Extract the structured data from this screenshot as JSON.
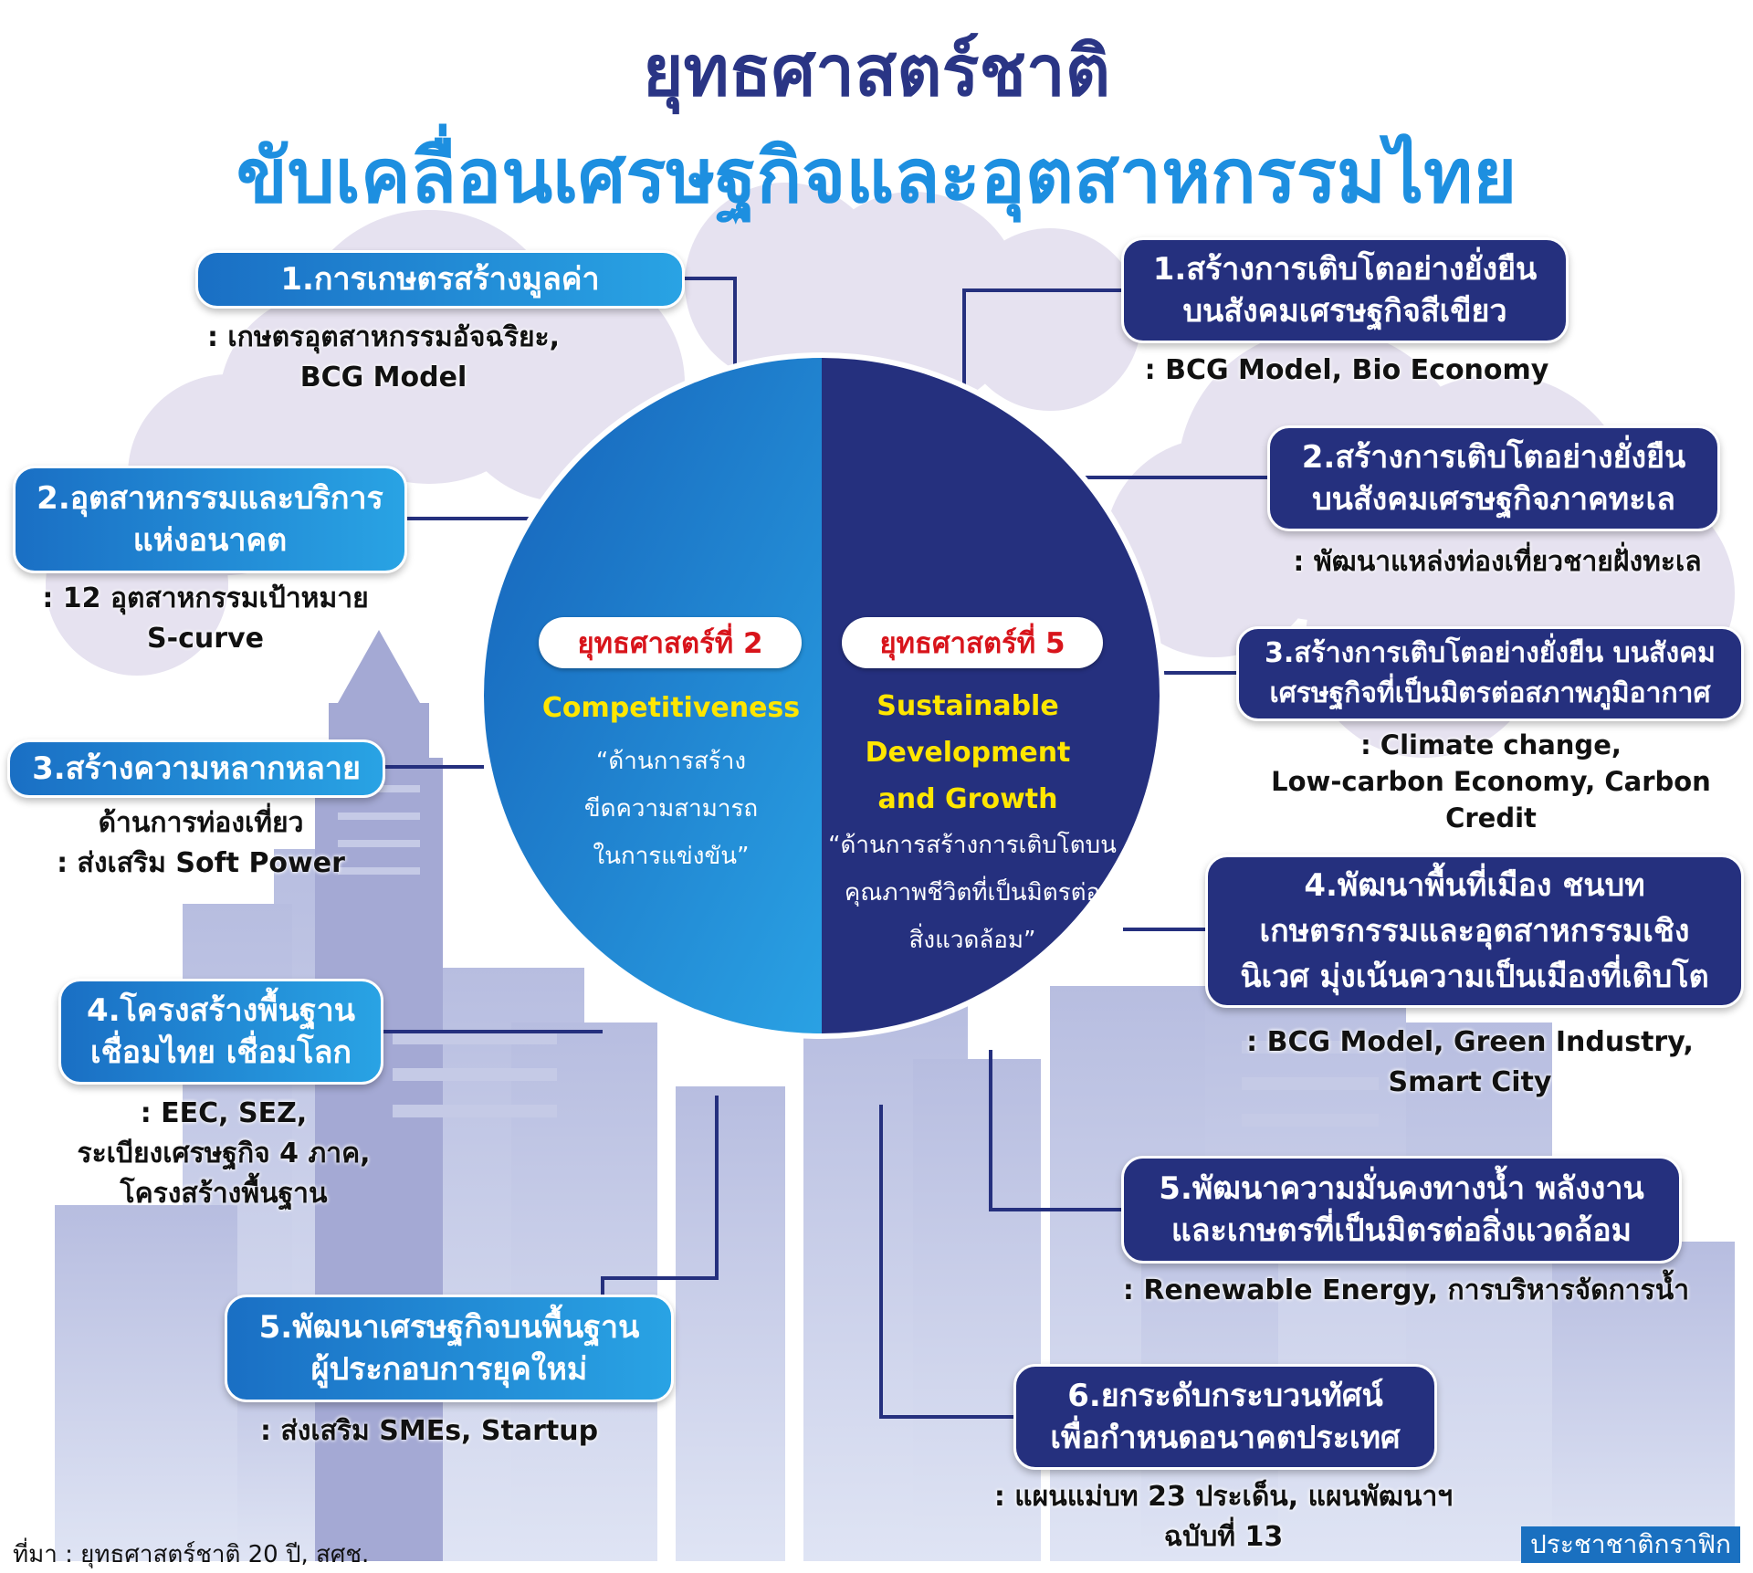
{
  "title": {
    "line1": "ยุทธศาสตร์ชาติ",
    "line2": "ขับเคลื่อนเศรษฐกิจและอุตสาหกรรมไทย"
  },
  "center": {
    "left_badge": "ยุทธศาสตร์ที่ 2",
    "left_heading": "Competitiveness",
    "left_quote": "“ด้านการสร้าง\nขีดความสามารถ\nในการแข่งขัน”",
    "right_badge": "ยุทธศาสตร์ที่ 5",
    "right_heading": "Sustainable\nDevelopment\nand Growth",
    "right_quote": "“ด้านการสร้างการเติบโตบน\nคุณภาพชีวิตที่เป็นมิตรต่อ\nสิ่งแวดล้อม”"
  },
  "left_items": [
    {
      "label": "1.การเกษตรสร้างมูลค่า",
      "note": ": เกษตรอุตสาหกรรมอัจฉริยะ,\nBCG Model"
    },
    {
      "label": "2.อุตสาหกรรมและบริการ\nแห่งอนาคต",
      "note": ": 12 อุตสาหกรรมเป้าหมาย\nS-curve"
    },
    {
      "label": "3.สร้างความหลากหลาย",
      "note": "ด้านการท่องเที่ยว\n: ส่งเสริม Soft Power"
    },
    {
      "label": "4.โครงสร้างพื้นฐาน\nเชื่อมไทย เชื่อมโลก",
      "note": ": EEC, SEZ,\nระเบียงเศรษฐกิจ 4 ภาค,\nโครงสร้างพื้นฐาน"
    },
    {
      "label": "5.พัฒนาเศรษฐกิจบนพื้นฐาน\nผู้ประกอบการยุคใหม่",
      "note": ": ส่งเสริม SMEs, Startup"
    }
  ],
  "right_items": [
    {
      "label": "1.สร้างการเติบโตอย่างยั่งยืน\nบนสังคมเศรษฐกิจสีเขียว",
      "note": ": BCG Model, Bio Economy"
    },
    {
      "label": "2.สร้างการเติบโตอย่างยั่งยืน\nบนสังคมเศรษฐกิจภาคทะเล",
      "note": ": พัฒนาแหล่งท่องเที่ยวชายฝั่งทะเล"
    },
    {
      "label": "3.สร้างการเติบโตอย่างยั่งยืน บนสังคม\nเศรษฐกิจที่เป็นมิตรต่อสภาพภูมิอากาศ",
      "note": ": Climate change,\nLow-carbon Economy, Carbon Credit"
    },
    {
      "label": "4.พัฒนาพื้นที่เมือง ชนบท\nเกษตรกรรมและอุตสาหกรรมเชิง\nนิเวศ มุ่งเน้นความเป็นเมืองที่เติบโต",
      "note": ": BCG Model, Green Industry,\nSmart City"
    },
    {
      "label": "5.พัฒนาความมั่นคงทางน้ำ พลังงาน\nและเกษตรที่เป็นมิตรต่อสิ่งแวดล้อม",
      "note": ": Renewable Energy, การบริหารจัดการน้ำ"
    },
    {
      "label": "6.ยกระดับกระบวนทัศน์\nเพื่อกำหนดอนาคตประเทศ",
      "note": ": แผนแม่บท 23 ประเด็น, แผนพัฒนาฯ\nฉบับที่ 13"
    }
  ],
  "footer": {
    "source": "ที่มา : ยุทธศาสตร์ชาติ 20 ปี, สศช.",
    "brand": "ประชาชาติกราฟิก"
  },
  "colors": {
    "title_dark": "#2a3585",
    "title_light": "#1d8fe0",
    "left_half": "#1a7ad0",
    "right_half": "#25307e",
    "accent_yellow": "#ffe600",
    "badge_red": "#d8141b"
  }
}
